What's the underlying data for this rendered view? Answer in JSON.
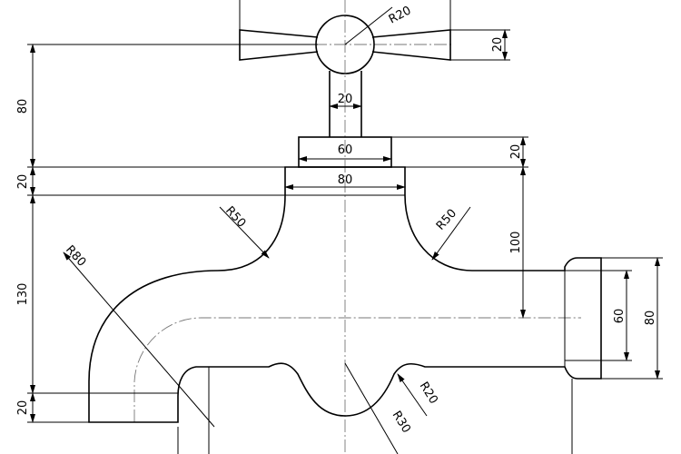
{
  "dimensions": {
    "handle_radius": "R20",
    "handle_bar_height": "20",
    "stem_to_body_height": "80",
    "stem_width": "20",
    "collar_width": "60",
    "collar_height": "20",
    "base_width": "80",
    "base_height": "20",
    "shoulder_radius_left": "R50",
    "shoulder_radius_right": "R50",
    "elbow_radius": "R80",
    "body_height": "130",
    "spout_height_outer": "80",
    "spout_height_inner": "60",
    "spout_to_base_height": "100",
    "outlet_height": "20",
    "notch_radius_small": "R20",
    "notch_radius_large": "R30"
  },
  "colors": {
    "line": "#000000",
    "centerline": "#777777",
    "background": "#ffffff"
  }
}
